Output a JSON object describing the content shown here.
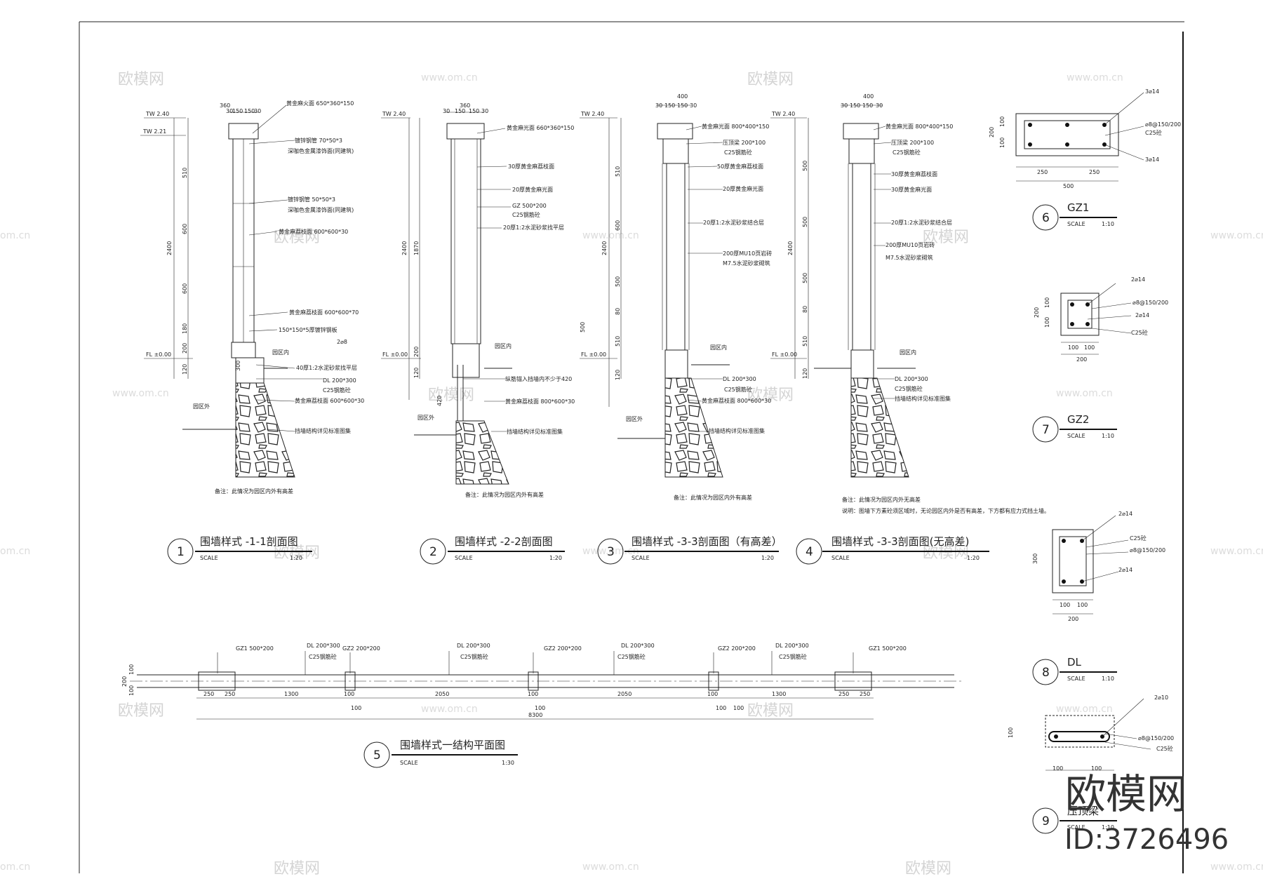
{
  "drawings": [
    {
      "num": "1",
      "title": "围墙样式 -1-1剖面图",
      "scale_label": "SCALE",
      "scale": "1:20",
      "note": "备注：此情况为园区内外有高差",
      "callouts": [
        "黄金麻火面 650*360*150",
        "镀锌钢管 70*50*3",
        "深咖色金属漆饰面(同建筑)",
        "镀锌钢管 50*50*3",
        "深咖色金属漆饰面(同建筑)",
        "黄金麻荔枝面 600*600*30",
        "黄金麻荔枝面 600*600*70",
        "150*150*5厚镀锌钢板",
        "2⌀8",
        "40厚1:2水泥砂浆找平层",
        "DL 200*300",
        "C25钢筋砼",
        "黄金麻荔枝面 600*600*30",
        "挡墙结构详见标准图集"
      ],
      "levels": [
        "TW 2.40",
        "TW 2.21",
        "FL ±0.00"
      ],
      "dims": [
        "360",
        "30",
        "150",
        "150",
        "30",
        "2400",
        "510",
        "600",
        "600",
        "180",
        "200",
        "120",
        "300"
      ],
      "areas": [
        "园区内",
        "园区外"
      ]
    },
    {
      "num": "2",
      "title": "围墙样式 -2-2剖面图",
      "scale_label": "SCALE",
      "scale": "1:20",
      "note": "备注：此情况为园区内外有高差",
      "callouts": [
        "黄金麻光面 660*360*150",
        "30厚黄金麻荔枝面",
        "20厚黄金麻光面",
        "GZ 500*200",
        "C25钢筋砼",
        "20厚1:2水泥砂浆找平层",
        "纵筋锚入挡墙内不少于420",
        "黄金麻荔枝面 800*600*30",
        "挡墙结构详见标准图集"
      ],
      "levels": [
        "TW 2.40",
        "FL ±0.00"
      ],
      "dims": [
        "360",
        "30",
        "150",
        "150",
        "30",
        "2400",
        "1870",
        "200",
        "120",
        "420"
      ],
      "areas": [
        "园区内",
        "园区外"
      ]
    },
    {
      "num": "3",
      "title": "围墙样式 -3-3剖面图（有高差）",
      "scale_label": "SCALE",
      "scale": "1:20",
      "note": "备注：此情况为园区内外有高差",
      "callouts": [
        "黄金麻光面 800*400*150",
        "压顶梁 200*100",
        "C25钢筋砼",
        "50厚黄金麻荔枝面",
        "20厚黄金麻光面",
        "20厚1:2水泥砂浆结合层",
        "200厚MU10页岩砖",
        "M7.5水泥砂浆砌筑",
        "DL 200*300",
        "C25钢筋砼",
        "黄金麻荔枝面 800*600*30",
        "挡墙结构详见标准图集"
      ],
      "levels": [
        "TW 2.40",
        "FL ±0.00"
      ],
      "dims": [
        "400",
        "30",
        "150",
        "150",
        "30",
        "2400",
        "510",
        "600",
        "500",
        "80",
        "500",
        "510",
        "120"
      ],
      "areas": [
        "园区内",
        "园区外"
      ]
    },
    {
      "num": "4",
      "title": "围墙样式 -3-3剖面图(无高差)",
      "scale_label": "SCALE",
      "scale": "1:20",
      "note": "备注：此情况为园区内外无高差",
      "note2": "说明：图墙下方素砼须区域时，无论园区内外是否有高差，下方都有应力式挡土墙。",
      "callouts": [
        "黄金麻光面 800*400*150",
        "压顶梁 200*100",
        "C25钢筋砼",
        "30厚黄金麻荔枝面",
        "30厚黄金麻光面",
        "20厚1:2水泥砂浆结合层",
        "200厚MU10页岩砖",
        "M7.5水泥砂浆砌筑",
        "DL 200*300",
        "C25钢筋砼",
        "挡墙结构详见标准图集"
      ],
      "levels": [
        "TW 2.40",
        "FL ±0.00"
      ],
      "dims": [
        "400",
        "30",
        "150",
        "150",
        "30",
        "2400",
        "500",
        "500",
        "500",
        "80",
        "510",
        "120"
      ],
      "areas": [
        "园区内"
      ]
    },
    {
      "num": "5",
      "title": "围墙样式一结构平面图",
      "scale_label": "SCALE",
      "scale": "1:30",
      "labels": [
        "GZ1 500*200",
        "DL 200*300",
        "C25钢筋砼",
        "GZ2 200*200",
        "DL 200*300",
        "C25钢筋砼",
        "GZ2 200*200",
        "DL 200*300",
        "C25钢筋砼",
        "GZ2 200*200",
        "DL 200*300",
        "C25钢筋砼",
        "GZ1 500*200"
      ],
      "dims_top": [
        "250",
        "250",
        "1300",
        "100",
        "2050",
        "100",
        "2050",
        "100",
        "1300",
        "250",
        "250"
      ],
      "dims_bottom": [
        "100",
        "100",
        "100",
        "100"
      ],
      "total": "8300",
      "side": [
        "100",
        "100",
        "200"
      ]
    },
    {
      "num": "6",
      "title": "GZ1",
      "scale_label": "SCALE",
      "scale": "1:10",
      "rebar": [
        "3⌀14",
        "⌀8@150/200",
        "C25砼",
        "3⌀14"
      ],
      "dims": [
        "250",
        "250",
        "500",
        "100",
        "100",
        "200"
      ]
    },
    {
      "num": "7",
      "title": "GZ2",
      "scale_label": "SCALE",
      "scale": "1:10",
      "rebar": [
        "2⌀14",
        "⌀8@150/200",
        "2⌀14",
        "C25砼"
      ],
      "dims": [
        "100",
        "100",
        "200",
        "100",
        "100",
        "200"
      ]
    },
    {
      "num": "8",
      "title": "DL",
      "scale_label": "SCALE",
      "scale": "1:10",
      "rebar": [
        "2⌀14",
        "C25砼",
        "⌀8@150/200",
        "2⌀14"
      ],
      "dims": [
        "100",
        "100",
        "200",
        "300"
      ]
    },
    {
      "num": "9",
      "title": "压顶梁",
      "scale_label": "SCALE",
      "scale": "1:10",
      "rebar": [
        "2⌀10",
        "⌀8@150/200",
        "C25砼"
      ],
      "dims": [
        "100",
        "100",
        "100"
      ]
    }
  ],
  "watermarks": {
    "logo": "欧模网",
    "url": "www.om.cn",
    "url_short": "om.cn"
  },
  "brand": {
    "name": "欧模网",
    "id": "ID:3726496"
  }
}
